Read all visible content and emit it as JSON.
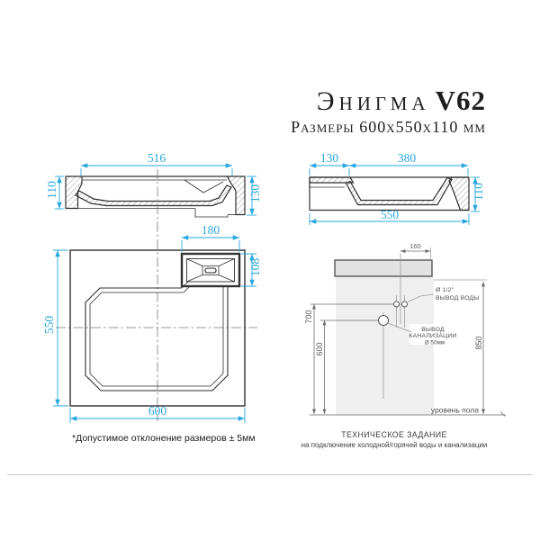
{
  "title": {
    "name": "Энигма",
    "code": "V62",
    "size_line": "Размеры 600x550x110 мм"
  },
  "front_view": {
    "width": "516",
    "height_left": "110",
    "height_right": "130"
  },
  "side_view": {
    "deck_width": "130",
    "bowl_width": "380",
    "total_width": "550",
    "height_right": "110"
  },
  "top_view": {
    "depth": "550",
    "width": "600",
    "overflow_width": "180",
    "overflow_depth": "108"
  },
  "installation": {
    "faucet_offset": "160",
    "water_height": "700",
    "drain_height": "600",
    "total_height": "850",
    "water_size": "Ø 1/2\"",
    "water_label": "ВЫВОД ВОДЫ",
    "drain_label_1": "ВЫВОД",
    "drain_label_2": "КАНАЛИЗАЦИИ",
    "drain_size": "Ø 50мм",
    "floor_label": "уровень пола"
  },
  "notes": {
    "tolerance": "*Допустимое отклонение размеров ± 5мм",
    "tech_title": "ТЕХНИЧЕСКОЕ ЗАДАНИЕ",
    "tech_subtitle": "на подключение холодной/горячей воды и канализации"
  },
  "colors": {
    "dimension_accent": "#2aa7de",
    "drawing_line": "#2f2f2f",
    "secondary_gray": "#8c8c8c"
  }
}
